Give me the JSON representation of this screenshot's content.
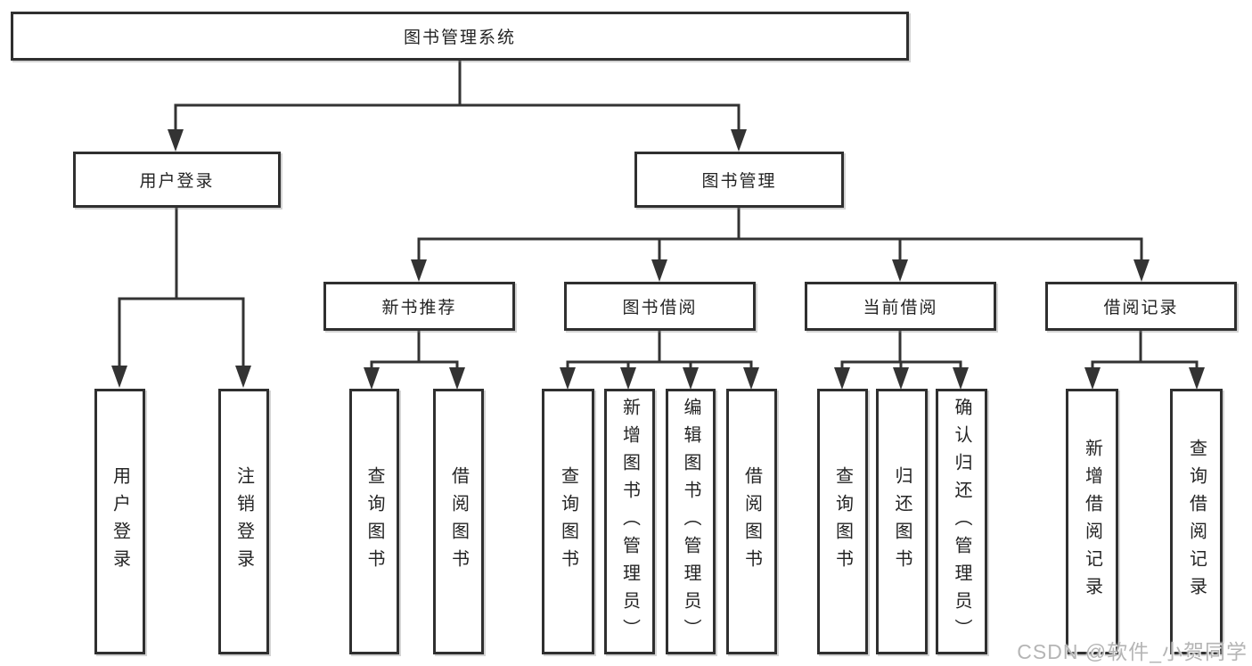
{
  "diagram": {
    "root": "图书管理系统",
    "level2": {
      "login": "用户登录",
      "management": "图书管理"
    },
    "level3": {
      "recommend": "新书推荐",
      "borrow": "图书借阅",
      "current": "当前借阅",
      "records": "借阅记录"
    },
    "leaves": {
      "login_user": "用户登录",
      "login_logout": "注销登录",
      "rec_query": "查询图书",
      "rec_borrow": "借阅图书",
      "bor_query": "查询图书",
      "bor_add": "新增图书（管理员）",
      "bor_edit": "编辑图书（管理员）",
      "bor_borrow": "借阅图书",
      "cur_query": "查询图书",
      "cur_return": "归还图书",
      "cur_confirm": "确认归还（管理员）",
      "recd_add": "新增借阅记录",
      "recd_query": "查询借阅记录"
    },
    "colors": {
      "line": "#333333",
      "box_border": "#2f2f2f",
      "text": "#242424",
      "watermark": "#b5b5b5"
    }
  },
  "watermark": "CSDN @软件_小贺同学"
}
